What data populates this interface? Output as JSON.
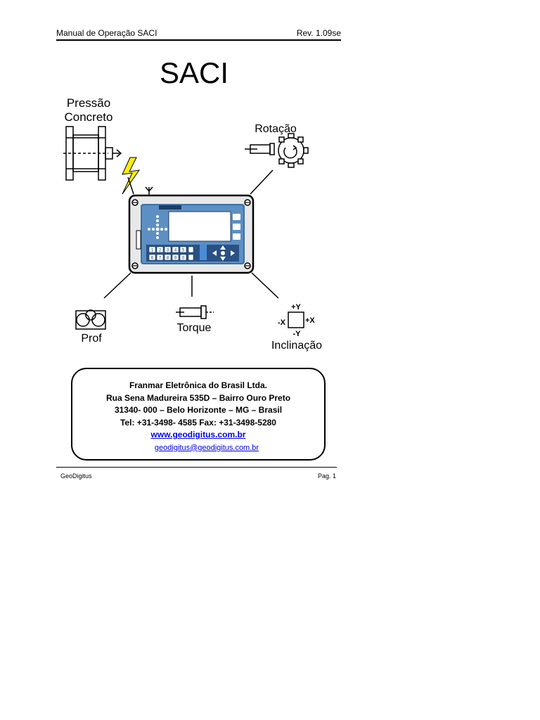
{
  "header": {
    "left": "Manual de Operação SACI",
    "right": "Rev. 1.09se"
  },
  "diagram": {
    "title": "SACI",
    "labels": {
      "pressao": "Pressão",
      "concreto": "Concreto",
      "rotacao": "Rotação",
      "prof": "Prof",
      "torque": "Torque",
      "inclinacao": "Inclinação",
      "plus_y": "+Y",
      "minus_y": "-Y",
      "plus_x": "+X",
      "minus_x": "-X"
    },
    "colors": {
      "panel": "#3c6fa8",
      "lightning": "#ffee00",
      "casing": "#e8e8e8"
    },
    "keypad_keys": [
      "1",
      "2",
      "3",
      "4",
      "5",
      "6",
      "7",
      "8",
      "9",
      "0"
    ]
  },
  "contact": {
    "company": "Franmar Eletrônica do Brasil Ltda.",
    "street": "Rua Sena Madureira 535D – Bairro Ouro Preto",
    "city": "31340- 000 – Belo Horizonte – MG – Brasil",
    "phones": "Tel: +31-3498- 4585  Fax: +31-3498-5280",
    "website": "www.geodigitus.com.br",
    "email": "geodigitus@geodigitus.com.br"
  },
  "footer": {
    "left": "GeoDigitus",
    "right": "Pag.  1"
  }
}
